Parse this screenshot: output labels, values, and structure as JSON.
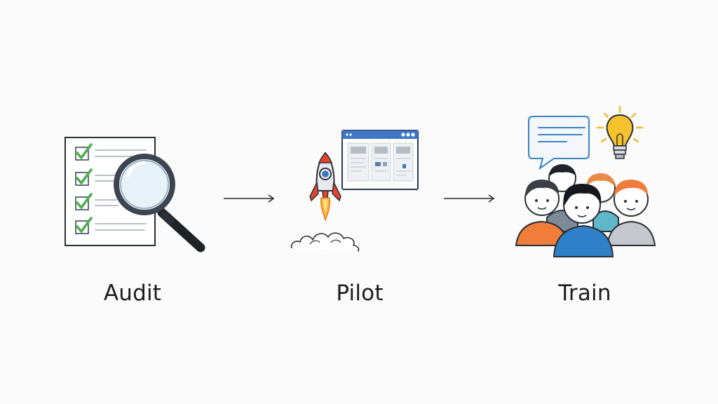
{
  "steps": [
    {
      "label": "Audit",
      "icon": "checklist-magnifier-icon"
    },
    {
      "label": "Pilot",
      "icon": "rocket-launch-icon"
    },
    {
      "label": "Train",
      "icon": "team-training-icon"
    }
  ],
  "colors": {
    "check_green": "#4caf50",
    "outline": "#1f2a36",
    "rocket_red": "#e3452d",
    "flame": "#f7b733",
    "bulb": "#f5b82e",
    "bubble": "#3b82c4",
    "orange_shirt": "#f07d3a",
    "blue_shirt": "#2f80c8",
    "teal_shirt": "#5fb7c9",
    "gray_shirt": "#c4c8cc"
  }
}
